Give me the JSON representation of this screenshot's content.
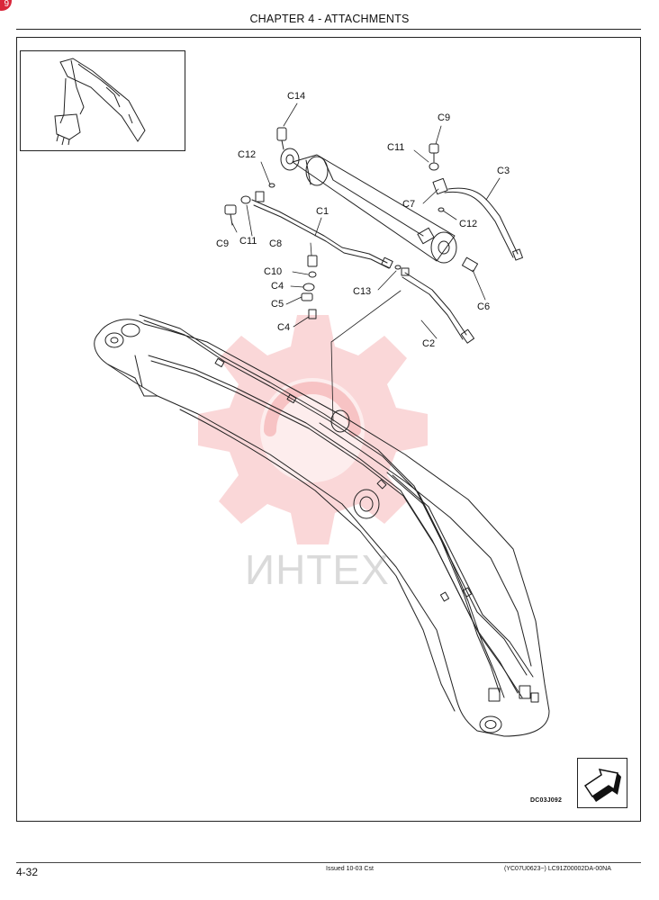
{
  "header": {
    "title": "CHAPTER 4 - ATTACHMENTS"
  },
  "corner_badge": "9",
  "callouts": {
    "c14": "C14",
    "c9_top": "C9",
    "c11_top": "C11",
    "c12_left": "C12",
    "c3": "C3",
    "c7": "C7",
    "c12_right": "C12",
    "c1": "C1",
    "c9_left": "C9",
    "c11_left": "C11",
    "c8": "C8",
    "c10": "C10",
    "c4_top": "C4",
    "c5": "C5",
    "c4_bottom": "C4",
    "c13": "C13",
    "c6": "C6",
    "c2": "C2"
  },
  "watermark": {
    "text": "ИНТЕХ",
    "color": "#e8474c"
  },
  "figure_id": "DC03J092",
  "footer": {
    "page_number": "4-32",
    "issued": "Issued 10-03   Cst",
    "doc_ref": "(YC07U0623~)   LC91Z00002DA-00NA"
  }
}
